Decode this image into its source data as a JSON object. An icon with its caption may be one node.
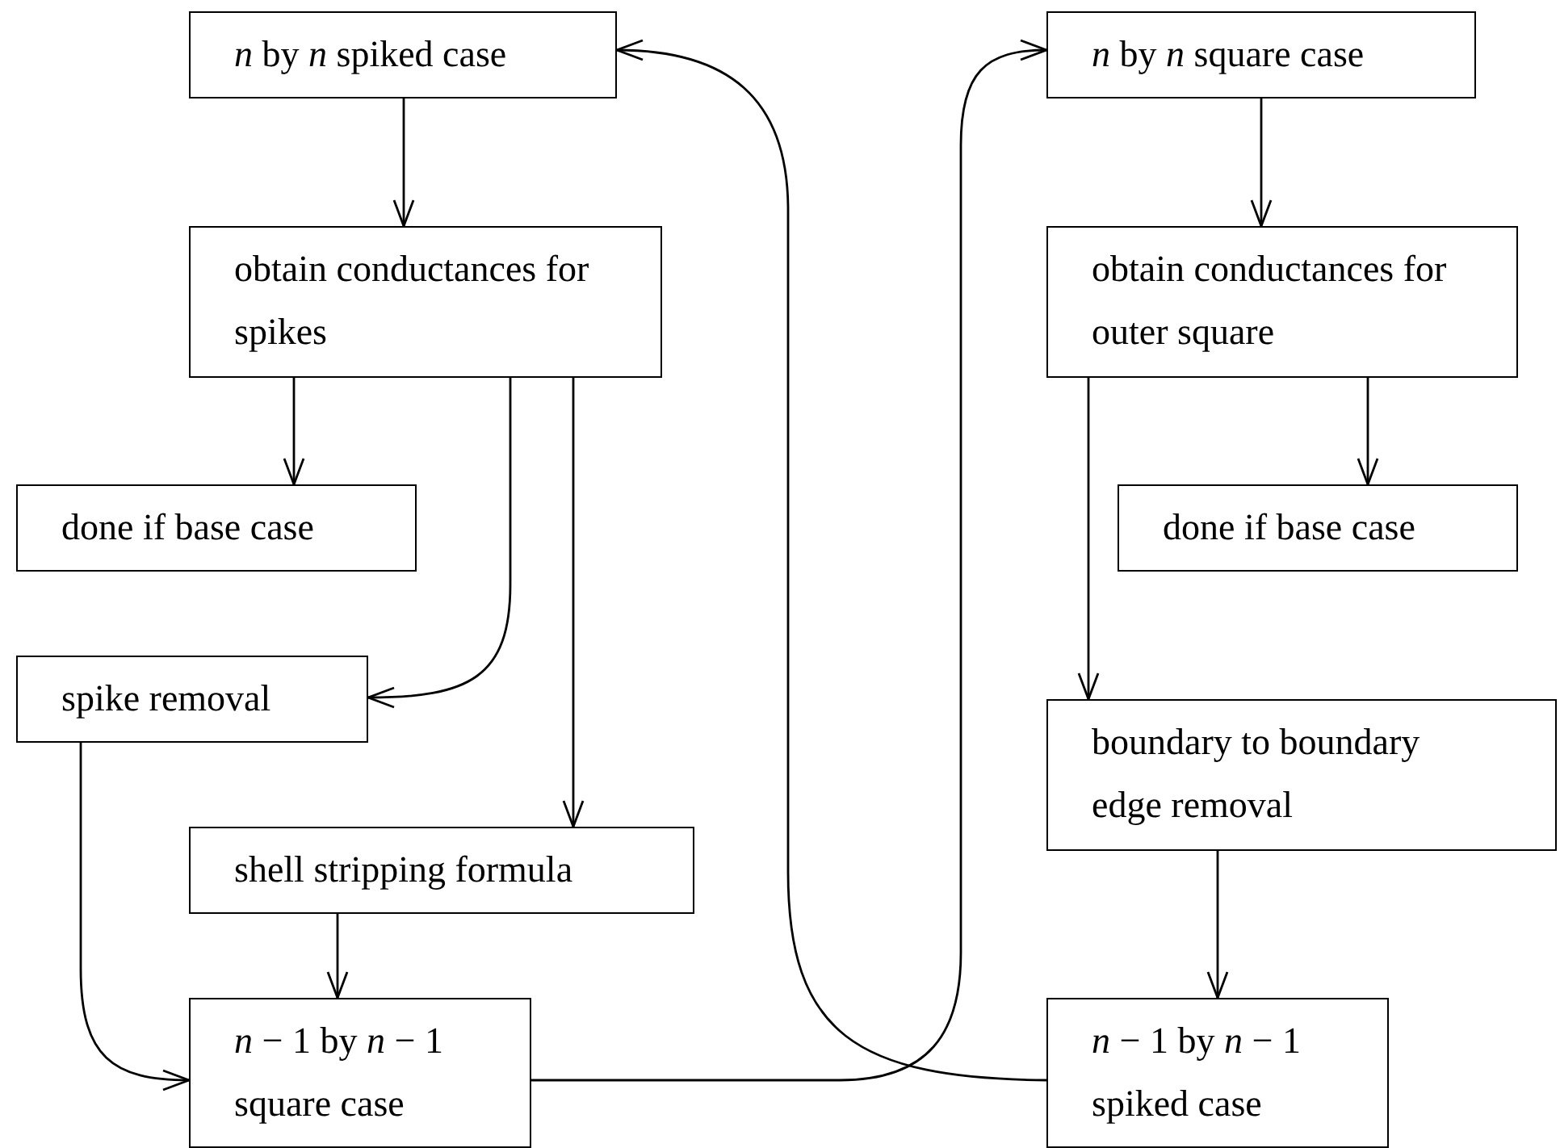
{
  "diagram": {
    "nodes": [
      {
        "text": [
          "*n* by *n* spiked case"
        ]
      },
      {
        "text": [
          "*n* by *n* square case"
        ]
      },
      {
        "text": [
          "obtain conductances for spikes"
        ]
      },
      {
        "text": [
          "obtain conductances for outer square"
        ]
      },
      {
        "text": [
          "done if base case"
        ]
      },
      {
        "text": [
          "done if base case"
        ]
      },
      {
        "text": [
          "spike removal"
        ]
      },
      {
        "text": [
          "boundary to boundary edge removal"
        ]
      },
      {
        "text": [
          "shell stripping formula"
        ]
      },
      {
        "text": [
          "*n* − 1 by *n* − 1 square case"
        ]
      },
      {
        "text": [
          "*n* − 1 by *n* − 1 spiked case"
        ]
      }
    ],
    "edges": [
      {
        "from": 0,
        "to": 2,
        "arrow": "to"
      },
      {
        "from": 2,
        "to": 4,
        "arrow": "to"
      },
      {
        "from": 2,
        "to": 6,
        "arrow": "to"
      },
      {
        "from": 2,
        "to": 8,
        "arrow": "to"
      },
      {
        "from": 8,
        "to": 9,
        "arrow": "to"
      },
      {
        "from": 6,
        "to": 9,
        "arrow": "to"
      },
      {
        "from": 9,
        "to": 1,
        "arrow": "to"
      },
      {
        "from": 10,
        "to": 0,
        "arrow": "to"
      },
      {
        "from": 1,
        "to": 3,
        "arrow": "to"
      },
      {
        "from": 3,
        "to": 5,
        "arrow": "to"
      },
      {
        "from": 3,
        "to": 7,
        "arrow": "to"
      },
      {
        "from": 7,
        "to": 10,
        "arrow": "to"
      }
    ]
  }
}
